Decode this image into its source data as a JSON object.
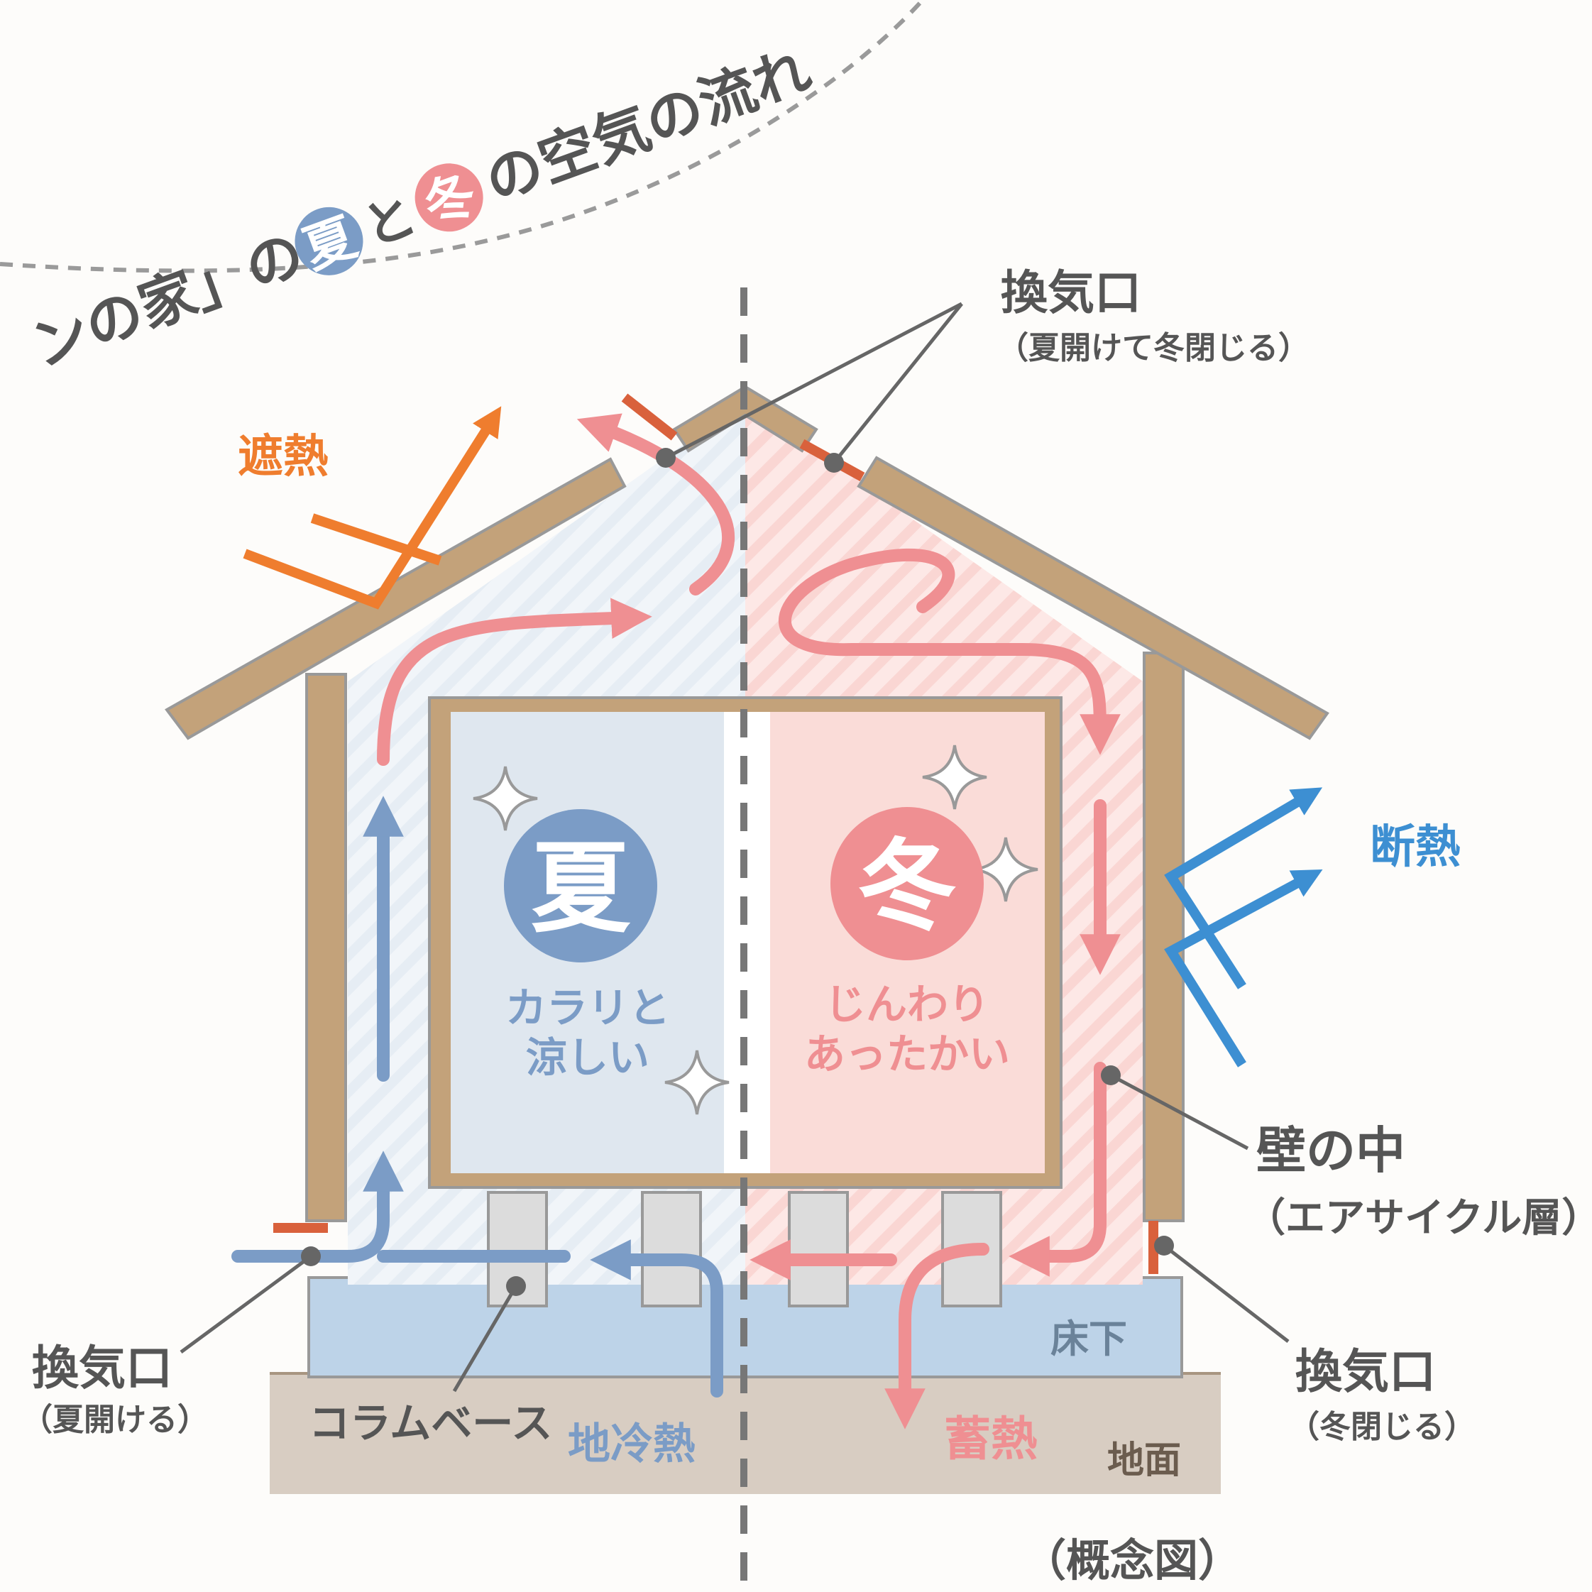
{
  "title": {
    "prefix": "ンの家」の",
    "summer_badge": "夏",
    "connector": "と",
    "winter_badge": "冬",
    "suffix": "の空気の流れ"
  },
  "labels": {
    "heat_shield": "遮熱",
    "insulation": "断熱",
    "top_vent": "換気口",
    "top_vent_note": "（夏開けて冬閉じる）",
    "wall_inside": "壁の中",
    "wall_inside_note": "（エアサイクル層）",
    "left_vent": "換気口",
    "left_vent_note": "（夏開ける）",
    "right_vent": "換気口",
    "right_vent_note": "（冬閉じる）",
    "column_base": "コラムベース",
    "ground_cooling": "地冷熱",
    "heat_storage": "蓄熱",
    "underfloor": "床下",
    "ground": "地面",
    "concept": "（概念図）"
  },
  "summer": {
    "badge": "夏",
    "line1": "カラリと",
    "line2": "涼しい"
  },
  "winter": {
    "badge": "冬",
    "line1": "じんわり",
    "line2": "あったかい"
  },
  "colors": {
    "summer_blue": "#7b9cc6",
    "winter_pink": "#ef8f92",
    "heat_orange": "#ef7d2e",
    "insulation_blue": "#3d8fd2",
    "wood": "#c3a27a",
    "text_gray": "#555555",
    "underfloor_blue": "#bdd3e8",
    "ground_beige": "#d8cdc2",
    "vent_red": "#d9613c"
  }
}
